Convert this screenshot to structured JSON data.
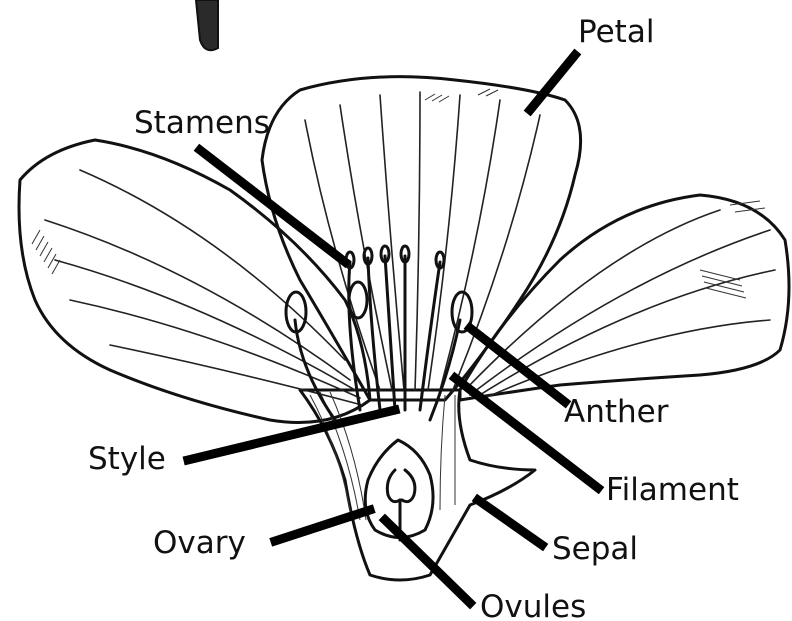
{
  "labels": {
    "petal": "Petal",
    "stamens": "Stamens",
    "anther": "Anther",
    "style": "Style",
    "filament": "Filament",
    "ovary": "Ovary",
    "sepal": "Sepal",
    "ovules": "Ovules"
  }
}
